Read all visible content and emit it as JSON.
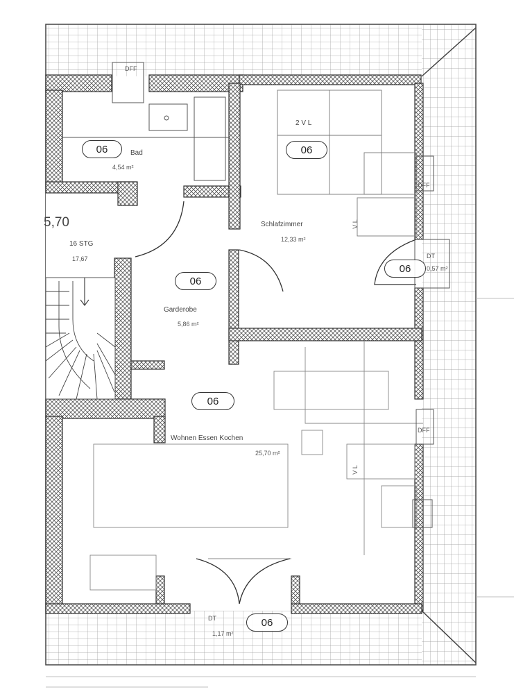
{
  "rooms": {
    "bath": {
      "tag": "06",
      "name": "Bad",
      "area": "4,54 m²"
    },
    "bedroom": {
      "tag": "06",
      "name": "Schlafzimmer",
      "area": "12,33 m²",
      "note": "2 V L"
    },
    "wardrobe": {
      "tag": "06",
      "name": "Garderobe",
      "area": "5,86 m²"
    },
    "living": {
      "tag": "06",
      "name": "Wohnen  Essen  Kochen",
      "area": "25,70 m²"
    },
    "dormer_right": {
      "tag": "06",
      "name": "DT",
      "area": "0,57 m²"
    },
    "dormer_bottom": {
      "tag": "06",
      "name": "DT",
      "area": "1,17 m²"
    }
  },
  "stair": {
    "level": "5,70",
    "steps": "16 STG",
    "rise": "17,67"
  },
  "marks": {
    "dfff": "DFF",
    "dff": "DFF",
    "vl": "V L",
    "side_label": "2 V L"
  }
}
